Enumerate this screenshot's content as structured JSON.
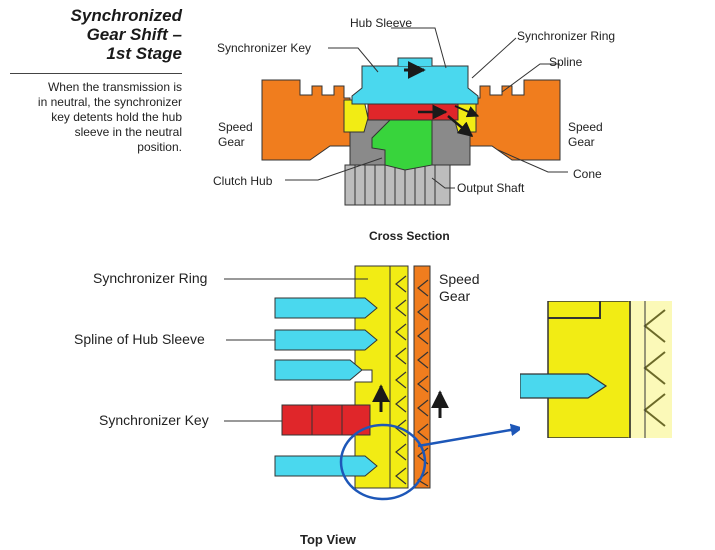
{
  "header": {
    "title_line1": "Synchronized",
    "title_line2": "Gear Shift –",
    "title_line3": "1st Stage",
    "description_line1": "When the transmission is",
    "description_line2": "in neutral, the synchronizer",
    "description_line3": "key detents hold the hub",
    "description_line4": "sleeve in the neutral",
    "description_line5": "position."
  },
  "cross_section": {
    "caption": "Cross Section",
    "labels": {
      "hub_sleeve": "Hub Sleeve",
      "synchronizer_key": "Synchronizer Key",
      "synchronizer_ring": "Synchronizer Ring",
      "spline": "Spline",
      "speed_gear_left_1": "Speed",
      "speed_gear_left_2": "Gear",
      "speed_gear_right_1": "Speed",
      "speed_gear_right_2": "Gear",
      "cone": "Cone",
      "clutch_hub": "Clutch Hub",
      "output_shaft": "Output Shaft"
    }
  },
  "top_view": {
    "caption": "Top View",
    "labels": {
      "synchronizer_ring": "Synchronizer Ring",
      "spline_of_hub_sleeve": "Spline of Hub Sleeve",
      "synchronizer_key": "Synchronizer Key",
      "speed_gear_1": "Speed",
      "speed_gear_2": "Gear"
    }
  },
  "colors": {
    "orange": "#f07d1e",
    "yellow": "#f2ec14",
    "cyan": "#4ad8ee",
    "red": "#e0262a",
    "green": "#38d43c",
    "gray": "#8a8a8a",
    "magnifier": "#1d57b8"
  }
}
